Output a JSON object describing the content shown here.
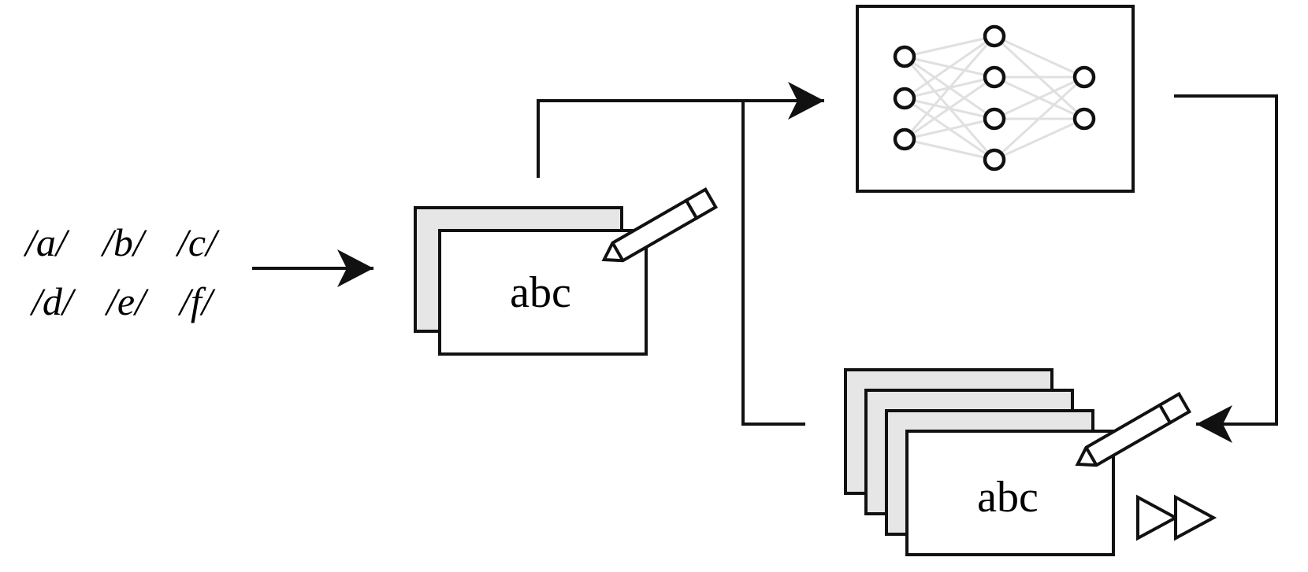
{
  "phonemes": {
    "row1": [
      "/a/",
      "/b/",
      "/c/"
    ],
    "row2": [
      "/d/",
      "/e/",
      "/f/"
    ]
  },
  "single_card": {
    "label": "abc",
    "icon": "pencil-icon"
  },
  "neural_network": {
    "icon": "neural-network-icon",
    "layers": [
      3,
      4,
      2
    ]
  },
  "card_stack": {
    "label": "abc",
    "icon": "pencil-icon",
    "playback_icon": "fast-forward-icon"
  },
  "colors": {
    "line": "#111111",
    "card_back": "#e6e6e6",
    "nn_edges": "#e0e0e0"
  }
}
